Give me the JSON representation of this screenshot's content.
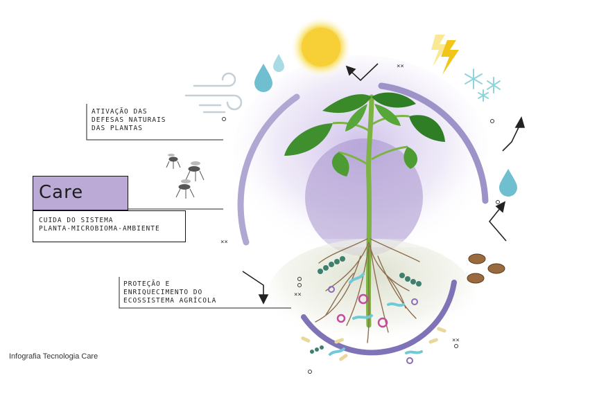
{
  "labels": {
    "defesas": [
      "ATIVAÇÃO DAS",
      "DEFESAS NATURAIS",
      "DAS PLANTAS"
    ],
    "care_title": "Care",
    "care_sub": [
      "CUIDA DO SISTEMA",
      "PLANTA-MICROBIOMA-AMBIENTE"
    ],
    "ecossistema": [
      "PROTEÇÃO E",
      "ENRIQUECIMENTO DO",
      "ECOSSISTEMA AGRÍCOLA"
    ]
  },
  "caption": "Infografia Tecnologia Care",
  "marks": {
    "x_symbol": "××"
  },
  "icons": [
    "sun-icon",
    "lightning-icon",
    "snowflake-icon",
    "wind-icon",
    "water-drop-icon",
    "mosquito-icon",
    "beetle-icon",
    "arrow-icon",
    "care-logo-icon",
    "bacteria-icon"
  ],
  "colors": {
    "purple_arc": "#9e93c8",
    "dark_purple": "#7f72b6",
    "care_box": "#bba9d6",
    "leaf": "#3f8f2e",
    "stem": "#7cb342",
    "root": "#8d6e4e",
    "drop": "#7fc8d8",
    "sun": "#f7d34a"
  }
}
